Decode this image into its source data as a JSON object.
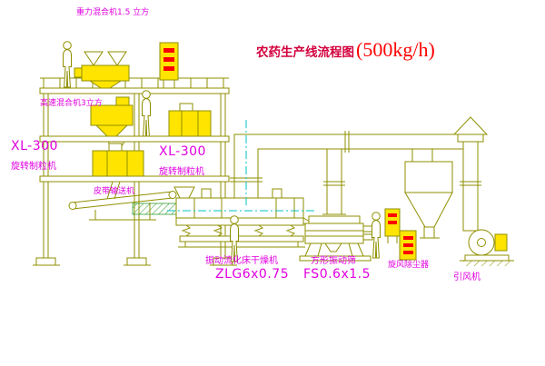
{
  "diagram": {
    "title": "农药生产线流程图",
    "capacity": "(500kg/h)"
  },
  "equipment_labels": {
    "gravity_mixer": "重力混合机1.5 立方",
    "high_speed_mixer": "高速混合机3立方",
    "granulator_left": {
      "model": "XL-300",
      "name": "旋转制粒机"
    },
    "granulator_mid": {
      "model": "XL-300",
      "name": "旋转制粒机"
    },
    "belt_conveyor": "皮带输送机",
    "fluid_bed_dryer": {
      "name": "振动流化床干燥机",
      "model": "ZLG6x0.75"
    },
    "vibrating_screen": {
      "name": "方形振动筛",
      "model": "FS0.6x1.5"
    },
    "cyclone": "旋风除尘器",
    "induced_draft_fan": "引风机"
  },
  "colors": {
    "line": "#8f8f00",
    "label_magenta": "#e100e1",
    "title_red": "#d2003c",
    "capacity_red": "#ff0000",
    "equipment_yellow": "#ffe400",
    "display_red": "#ff0000",
    "centerline_cyan": "#00c3c3",
    "hatch_green": "#2f9e2f"
  }
}
